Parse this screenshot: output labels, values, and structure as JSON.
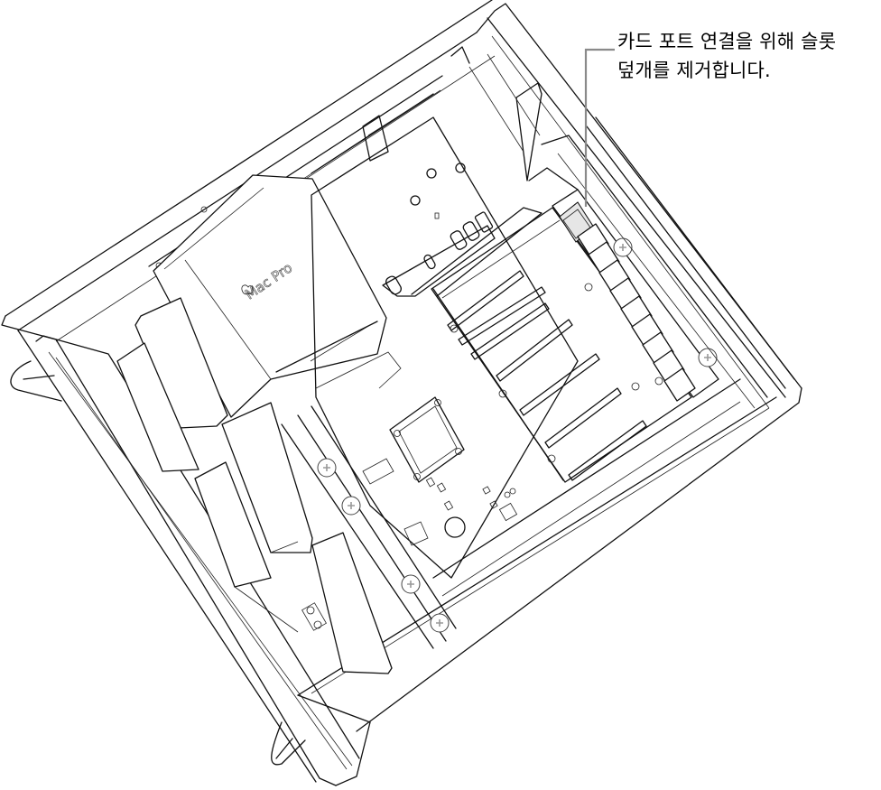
{
  "figure": {
    "subject": "Mac Pro interior, top view with side cover removed",
    "product_label": "Mac Pro",
    "callout": {
      "line1": "카드 포트 연결을 위해 슬롯",
      "line2": "덮개를 제거합니다.",
      "leader_color": "#8a8a8a",
      "highlight_color": "#e6e6e6"
    }
  }
}
